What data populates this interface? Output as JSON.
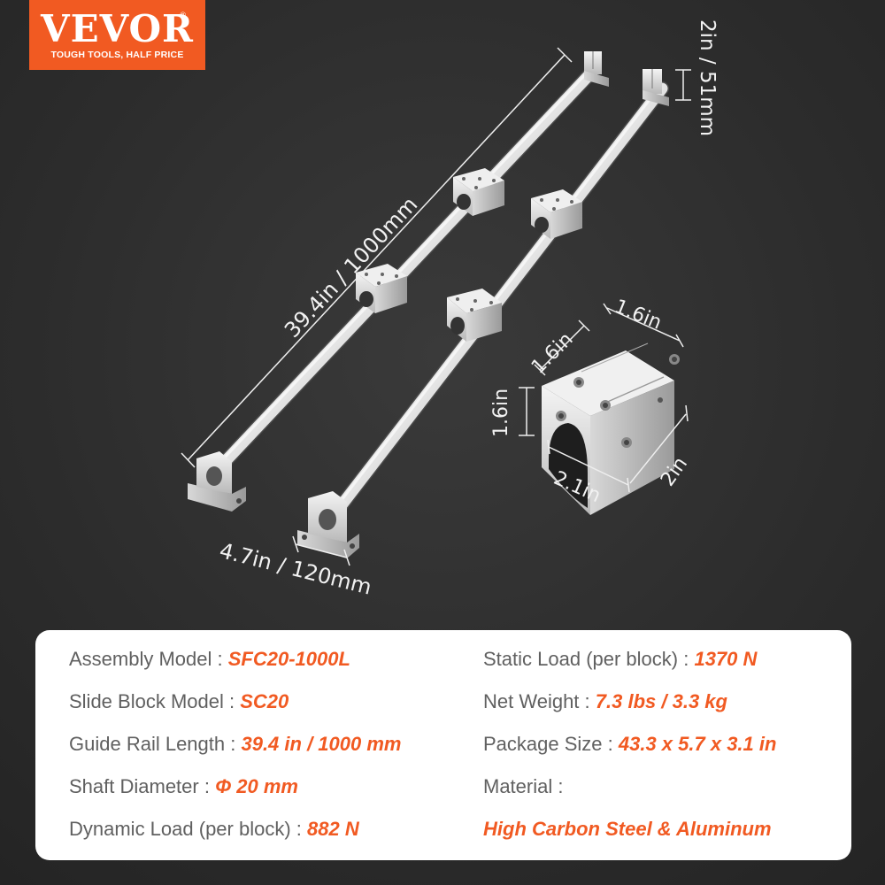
{
  "brand": {
    "name": "VEVOR",
    "registered": "®",
    "tagline": "TOUGH TOOLS, HALF PRICE",
    "color": "#f15a22"
  },
  "dimensions": {
    "rail_length": "39.4in / 1000mm",
    "support_height": "2in / 51mm",
    "support_width": "4.7in / 120mm",
    "block_top_depth": "1.6in",
    "block_top_width": "1.6in",
    "block_height": "1.6in",
    "block_length": "2.1in",
    "block_depth": "2in"
  },
  "specs": {
    "left": [
      {
        "label": "Assembly Model :",
        "value": "SFC20-1000L"
      },
      {
        "label": "Slide Block Model :",
        "value": "SC20"
      },
      {
        "label": "Guide Rail Length :",
        "value": "39.4 in / 1000 mm"
      },
      {
        "label": "Shaft Diameter :",
        "value": "Φ 20 mm"
      },
      {
        "label": "Dynamic Load (per block) :",
        "value": "882 N"
      }
    ],
    "right": [
      {
        "label": "Static Load (per block) :",
        "value": "1370 N"
      },
      {
        "label": "Net Weight :",
        "value": "7.3 lbs / 3.3 kg"
      },
      {
        "label": "Package Size :",
        "value": "43.3 x 5.7 x 3.1 in"
      },
      {
        "label": "Material :",
        "value": ""
      },
      {
        "label": "",
        "value": "High Carbon Steel & Aluminum"
      }
    ],
    "value_color": "#f15a22",
    "label_color": "#606060"
  }
}
